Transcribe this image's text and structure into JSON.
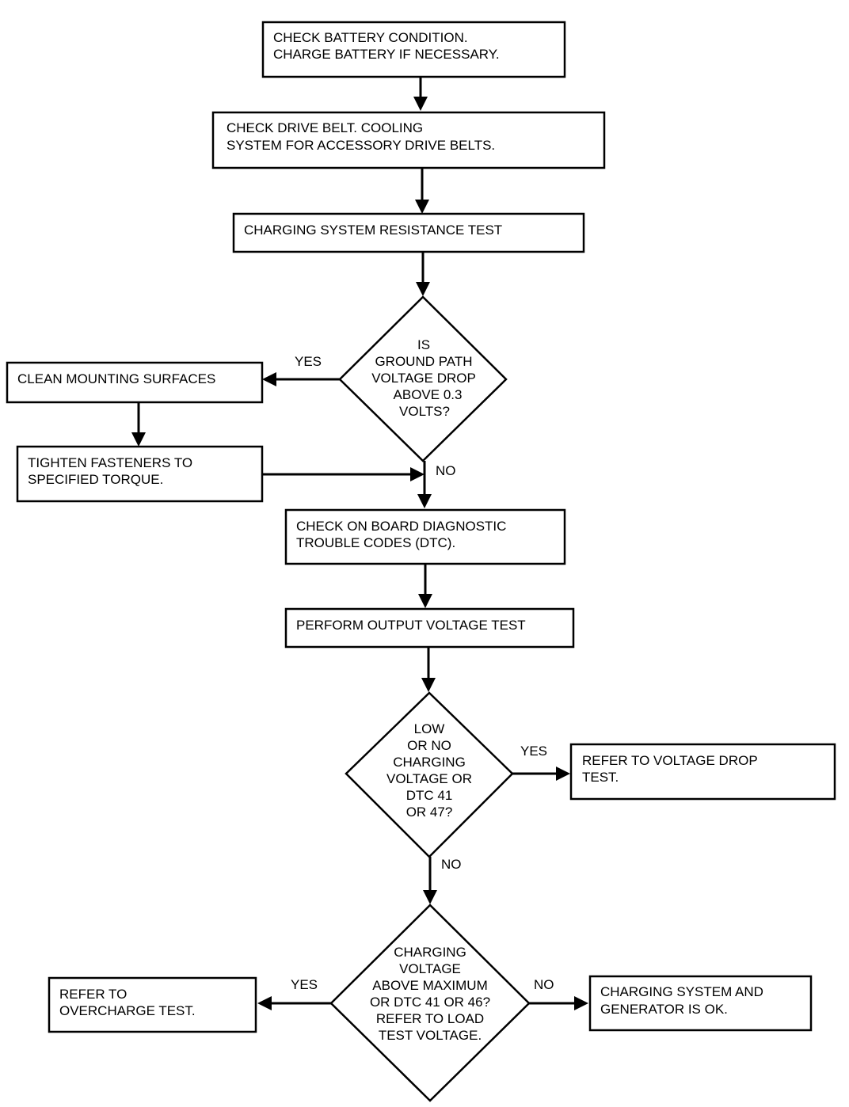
{
  "nodes": {
    "check_battery": [
      "CHECK BATTERY CONDITION.",
      "CHARGE BATTERY IF NECESSARY."
    ],
    "check_belt": [
      "CHECK DRIVE BELT.  COOLING",
      "SYSTEM FOR ACCESSORY DRIVE BELTS."
    ],
    "resistance_test": [
      "CHARGING SYSTEM RESISTANCE TEST"
    ],
    "ground_path_decision": [
      "IS",
      "GROUND PATH",
      "VOLTAGE DROP",
      "ABOVE 0.3",
      "VOLTS?"
    ],
    "clean_surfaces": [
      "CLEAN MOUNTING SURFACES"
    ],
    "tighten_fasteners": [
      "TIGHTEN FASTENERS TO",
      "SPECIFIED TORQUE."
    ],
    "check_dtc": [
      "CHECK ON BOARD DIAGNOSTIC",
      "TROUBLE CODES (DTC)."
    ],
    "output_voltage_test": [
      "PERFORM OUTPUT VOLTAGE TEST"
    ],
    "low_voltage_decision": [
      "LOW",
      "OR NO",
      "CHARGING",
      "VOLTAGE OR",
      "DTC  41",
      "OR 47?"
    ],
    "voltage_drop_ref": [
      "REFER TO VOLTAGE DROP",
      "TEST."
    ],
    "max_voltage_decision": [
      "CHARGING",
      "VOLTAGE",
      "ABOVE MAXIMUM",
      "OR DTC 41 OR 46?",
      "REFER TO LOAD",
      "TEST VOLTAGE."
    ],
    "overcharge_ref": [
      "REFER TO",
      "OVERCHARGE TEST."
    ],
    "system_ok": [
      "CHARGING SYSTEM AND",
      "GENERATOR IS OK."
    ]
  },
  "branch_labels": {
    "ground_yes": "YES",
    "ground_no": "NO",
    "low_yes": "YES",
    "low_no": "NO",
    "max_yes": "YES",
    "max_no": "NO"
  }
}
